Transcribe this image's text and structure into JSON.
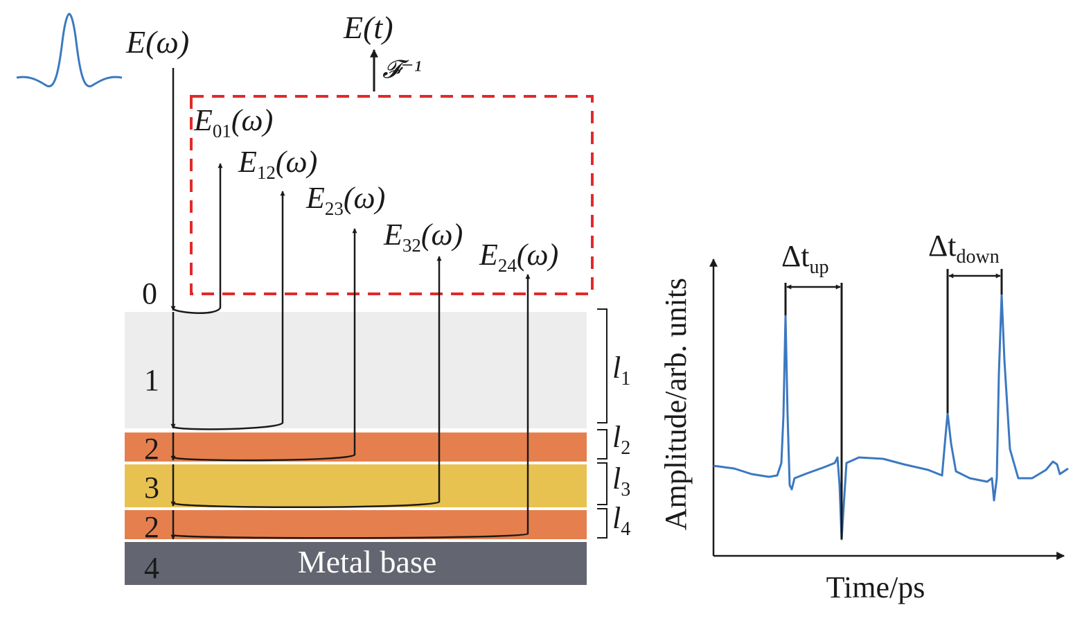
{
  "colors": {
    "layer1": "#ededed",
    "layer2": "#e5804e",
    "layer3": "#e8c251",
    "metal": "#636570",
    "dashed_box": "#e02a2a",
    "waveform": "#3b78c1",
    "ink": "#1a1a1a"
  },
  "labels": {
    "input_field": "E(ω)",
    "output_field": "E(t)",
    "inverse_fourier": "𝓕⁻¹",
    "e01": {
      "base": "E",
      "sub": "01",
      "tail": "(ω)"
    },
    "e12": {
      "base": "E",
      "sub": "12",
      "tail": "(ω)"
    },
    "e23": {
      "base": "E",
      "sub": "23",
      "tail": "(ω)"
    },
    "e32": {
      "base": "E",
      "sub": "32",
      "tail": "(ω)"
    },
    "e24": {
      "base": "E",
      "sub": "24",
      "tail": "(ω)"
    }
  },
  "layers": {
    "interface_0": "0",
    "layer_1": "1",
    "layer_2a": "2",
    "layer_3": "3",
    "layer_2b": "2",
    "layer_4": "4",
    "metal_base": "Metal base"
  },
  "thickness": {
    "l1": {
      "base": "l",
      "sub": "1"
    },
    "l2": {
      "base": "l",
      "sub": "2"
    },
    "l3": {
      "base": "l",
      "sub": "3"
    },
    "l4": {
      "base": "l",
      "sub": "4"
    }
  },
  "plot": {
    "ylabel": "Amplitude/arb. units",
    "xlabel": "Time/ps",
    "delta_up": {
      "base": "Δt",
      "sub": "up"
    },
    "delta_down": {
      "base": "Δt",
      "sub": "down"
    }
  }
}
